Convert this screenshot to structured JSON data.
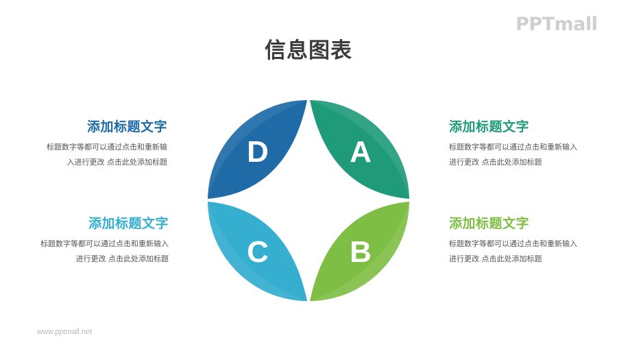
{
  "page": {
    "title": "信息图表",
    "brand_logo": "PPTmall",
    "footer_url": "www.pptmall.net"
  },
  "colors": {
    "title": "#3b3b3b",
    "d": "#1f6ba8",
    "a": "#1f9b7a",
    "c": "#35aed0",
    "b": "#7fbe44",
    "heading_d": "#1f6ba8",
    "heading_a": "#1f9b7a",
    "heading_c": "#35aed0",
    "heading_b": "#7fbe44",
    "body_text": "#555555"
  },
  "diagram": {
    "segments": [
      {
        "id": "d",
        "letter": "D",
        "position": "top-left"
      },
      {
        "id": "a",
        "letter": "A",
        "position": "top-right"
      },
      {
        "id": "c",
        "letter": "C",
        "position": "bottom-left"
      },
      {
        "id": "b",
        "letter": "B",
        "position": "bottom-right"
      }
    ]
  },
  "blocks": {
    "d": {
      "heading": "添加标题文字",
      "desc_lines": [
        "标题数字等都可以通过点击和重新输",
        "入进行更改 点击此处添加标题"
      ]
    },
    "a": {
      "heading": "添加标题文字",
      "desc_lines": [
        "标题数字等都可以通过点击和重新输入",
        "进行更改 点击此处添加标题"
      ]
    },
    "c": {
      "heading": "添加标题文字",
      "desc_lines": [
        "标题数字等都可以通过点击和重新输入",
        "进行更改 点击此处添加标题"
      ]
    },
    "b": {
      "heading": "添加标题文字",
      "desc_lines": [
        "标题数字等都可以通过点击和重新输入",
        "进行更改 点击此处添加标题"
      ]
    }
  }
}
